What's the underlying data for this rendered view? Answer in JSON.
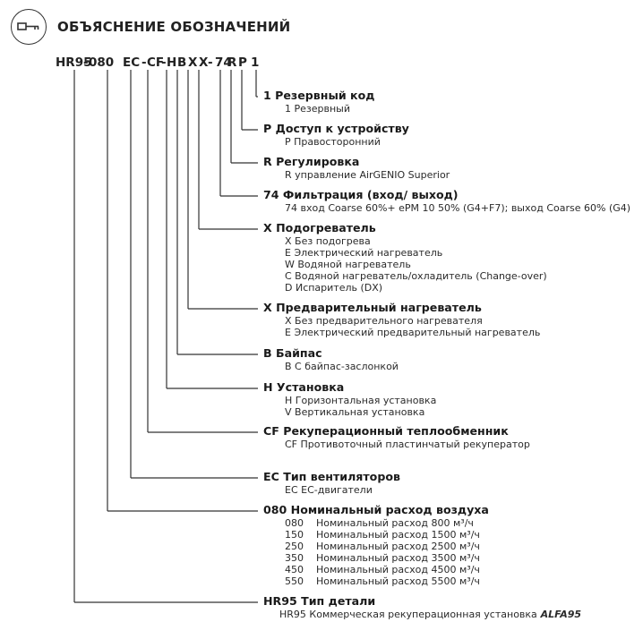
{
  "header": {
    "title": "ОБЪЯСНЕНИЕ ОБОЗНАЧЕНИЙ",
    "icon": "key-icon"
  },
  "code_segments": [
    "HR95",
    "-",
    "080",
    "EC",
    "-",
    "CF",
    "-",
    "H",
    "B",
    "X",
    "X",
    "-",
    "74",
    "R",
    "P",
    "1"
  ],
  "entries": [
    {
      "heading": "1 Резервный код",
      "lines": [
        "1 Резервный"
      ]
    },
    {
      "heading": "P Доступ к устройству",
      "lines": [
        "P Правосторонний"
      ]
    },
    {
      "heading": "R Регулировка",
      "lines": [
        "R управление AirGENIO Superior"
      ]
    },
    {
      "heading": "74 Фильтрация (вход/ выход)",
      "lines": [
        "74 вход Coarse 60%+ ePM 10 50% (G4+F7); выход Coarse 60% (G4)"
      ]
    },
    {
      "heading": "X Подогреватель",
      "lines": [
        "X Без подогрева",
        "E Электрический нагреватель",
        "W Водяной нагреватель",
        "C Водяной нагреватель/охладитель (Change-over)",
        "D Испаритель (DX)"
      ]
    },
    {
      "heading": "X Предварительный нагреватель",
      "lines": [
        "X Без предварительного нагревателя",
        "E Электрический предварительный нагреватель"
      ]
    },
    {
      "heading": "B Байпас",
      "lines": [
        "B С байпас-заслонкой"
      ]
    },
    {
      "heading": "H Установка",
      "lines": [
        "H Горизонтальная установка",
        "V Вертикальная установка"
      ]
    },
    {
      "heading": "CF Рекуперационный теплообменник",
      "lines": [
        "CF Противоточный пластинчатый рекуператор"
      ]
    },
    {
      "heading": "EC Тип вентиляторов",
      "lines": [
        "EC EC-двигатели"
      ]
    },
    {
      "heading": "080 Номинальный расход воздуха",
      "lines": [
        "080    Номинальный расход 800 м³/ч",
        "150    Номинальный расход 1500 м³/ч",
        "250    Номинальный расход 2500 м³/ч",
        "350    Номинальный расход 3500 м³/ч",
        "450    Номинальный расход 4500 м³/ч",
        "550    Номинальный расход 5500 м³/ч"
      ]
    },
    {
      "heading": "HR95 Тип детали",
      "lines": [
        "HR95 Коммерческая рекуперационная установка"
      ],
      "emphasis": "ALFA95"
    }
  ]
}
